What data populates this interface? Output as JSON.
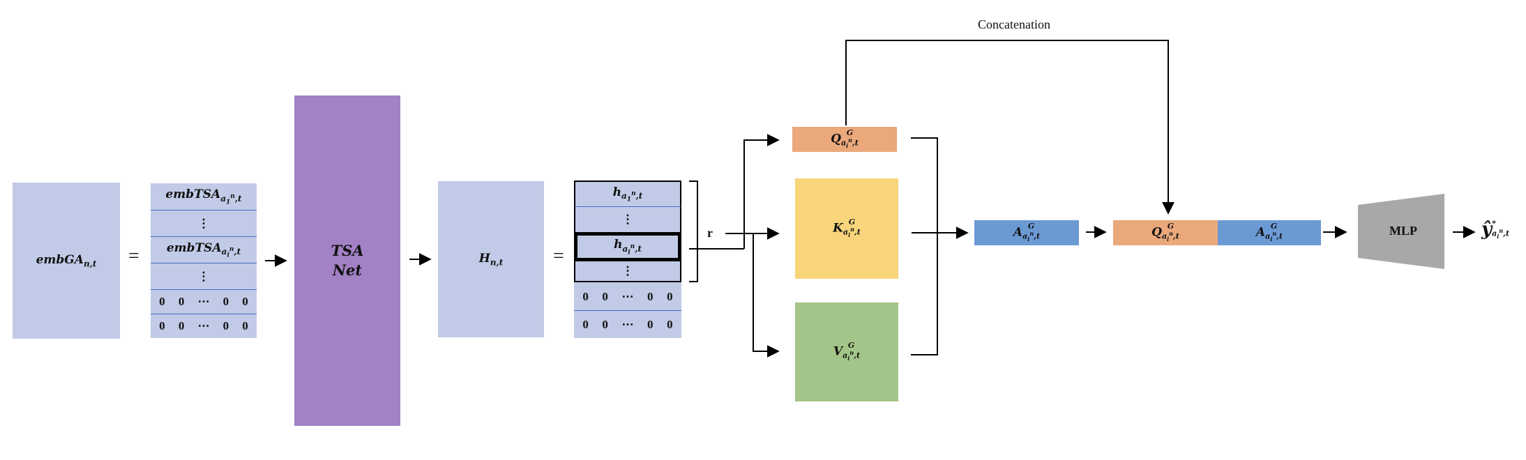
{
  "colors": {
    "lavender": "#c1cbe7",
    "purple": "#a281c4",
    "orange": "#eaa87b",
    "yellow": "#f8d57b",
    "green": "#a4c589",
    "blue": "#6b99d4",
    "gray": "#a8a8a8",
    "line": "#000000",
    "divider": "#4a68c8"
  },
  "input": {
    "label": "embGA",
    "sub": "n,t"
  },
  "emb_table": {
    "row1": {
      "label": "embTSA",
      "sub": "a",
      "subsub": "1",
      "sup": "n",
      "tail": ",t"
    },
    "dots1": "⋮",
    "row2": {
      "label": "embTSA",
      "sub": "a",
      "subsub": "i",
      "sup": "n",
      "tail": ",t"
    },
    "dots2": "⋮",
    "zero_rows": [
      [
        "0",
        "0",
        "⋯",
        "0",
        "0"
      ],
      [
        "0",
        "0",
        "⋯",
        "0",
        "0"
      ]
    ]
  },
  "equals": "=",
  "tsa_net": {
    "line1": "TSA",
    "line2": "Net"
  },
  "hidden": {
    "label": "H",
    "sub": "n,t"
  },
  "h_table": {
    "row1": {
      "label": "h",
      "sub": "a",
      "subsub": "1",
      "sup": "n",
      "tail": ",t"
    },
    "dots1": "⋮",
    "row2": {
      "label": "h",
      "sub": "a",
      "subsub": "i",
      "sup": "n",
      "tail": ",t"
    },
    "dots2": "⋮",
    "zero_rows": [
      [
        "0",
        "0",
        "⋯",
        "0",
        "0"
      ],
      [
        "0",
        "0",
        "⋯",
        "0",
        "0"
      ]
    ]
  },
  "r_label": "r",
  "q": {
    "label": "Q",
    "sup": "G",
    "sub": "a",
    "subsub": "i",
    "subsup": "n",
    "tail": ",t"
  },
  "k": {
    "label": "K",
    "sup": "G",
    "sub": "a",
    "subsub": "i",
    "subsup": "n",
    "tail": ",t"
  },
  "v": {
    "label": "V",
    "sup": "G",
    "sub": "a",
    "subsub": "i",
    "subsup": "n",
    "tail": ",t"
  },
  "a": {
    "label": "A",
    "sup": "G",
    "sub": "a",
    "subsub": "i",
    "subsup": "n",
    "tail": ",t"
  },
  "concat_label": "Concatenation",
  "mlp_label": "MLP",
  "output": {
    "label": "ŷ",
    "sub": "a",
    "subsub": "i",
    "supstar": "*",
    "subsup": "n",
    "tail": ",t"
  }
}
